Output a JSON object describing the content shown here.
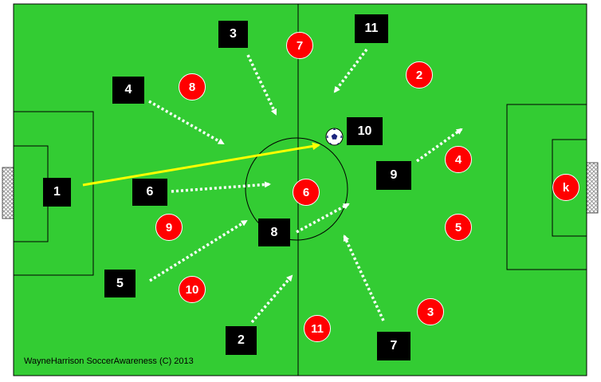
{
  "credit": "WayneHarrison SoccerAwareness (C) 2013",
  "colors": {
    "grass": "#33cc33",
    "line": "#000000",
    "red": "#ff0000",
    "black": "#000000",
    "arrow": "#ffffff",
    "pass": "#ffff00"
  },
  "black_team": [
    "1",
    "2",
    "3",
    "4",
    "5",
    "6",
    "7",
    "8",
    "9",
    "10",
    "11"
  ],
  "red_team": [
    "2",
    "3",
    "4",
    "5",
    "6",
    "7",
    "8",
    "9",
    "10",
    "11",
    "k"
  ],
  "icons": {
    "ball": "soccer-ball-icon"
  }
}
